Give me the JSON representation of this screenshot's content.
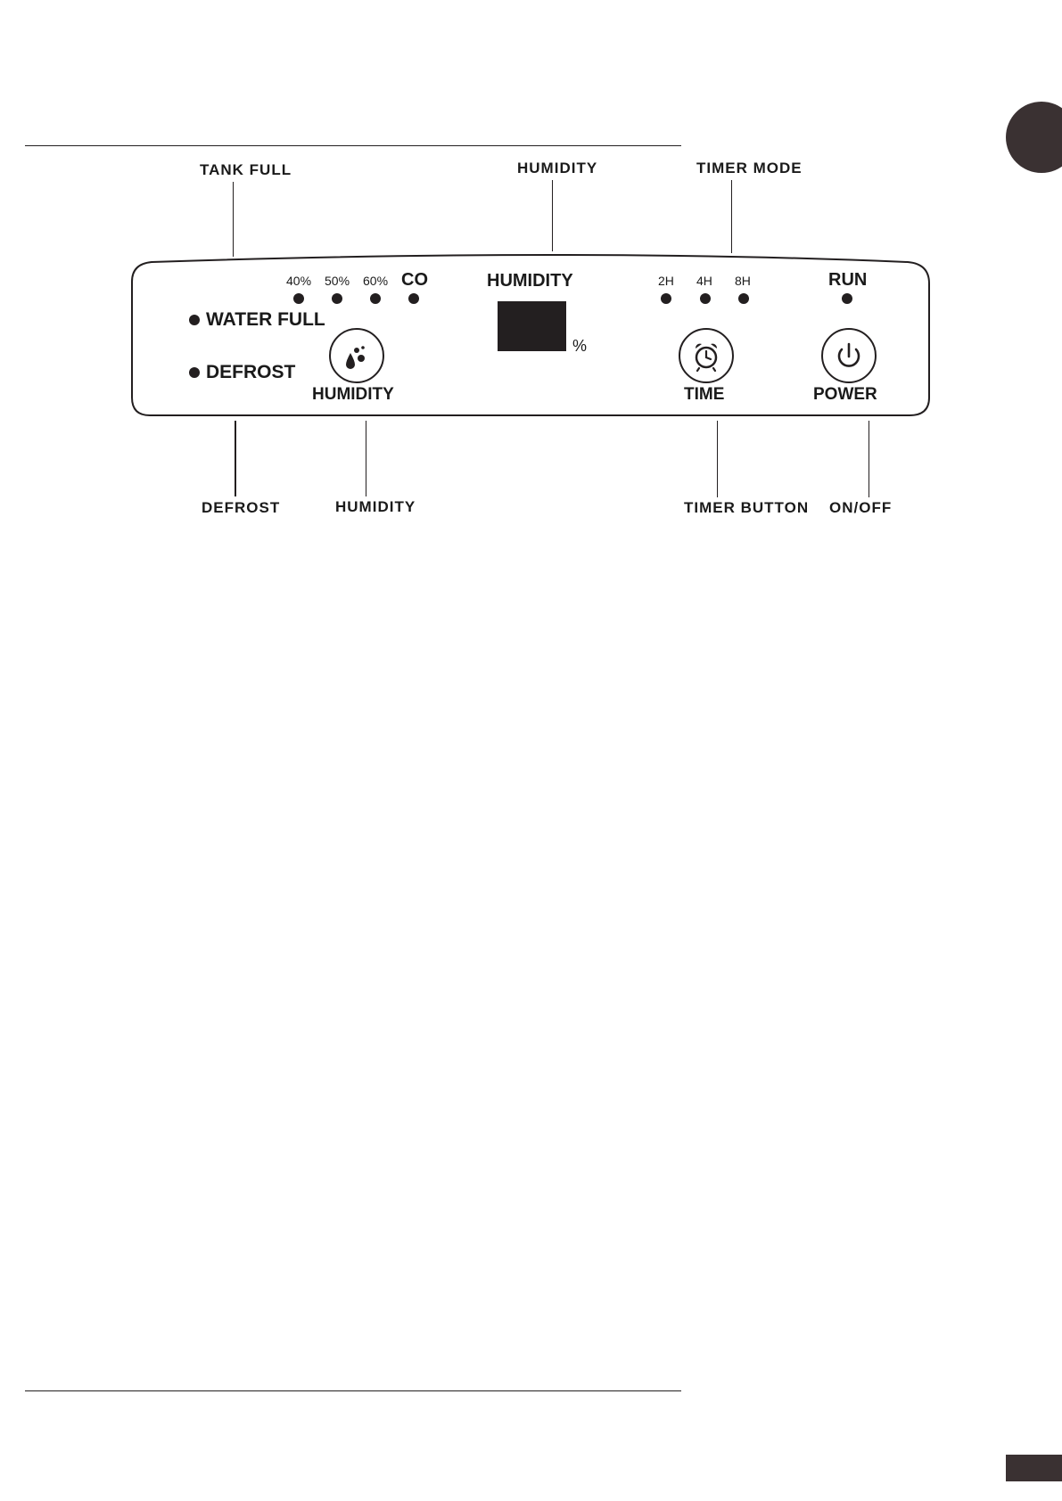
{
  "callouts": {
    "tank_full": "TANK  FULL",
    "humidity_display": "HUMIDITY",
    "timer_mode": "TIMER MODE",
    "defrost": "DEFROST",
    "humidity_button": "HUMIDITY",
    "timer_button": "TIMER BUTTON",
    "on_off": "ON/OFF"
  },
  "panel": {
    "humidity_levels": [
      "40%",
      "50%",
      "60%",
      "CO"
    ],
    "water_full": "WATER FULL",
    "defrost": "DEFROST",
    "humidity_button_label": "HUMIDITY",
    "display_title": "HUMIDITY",
    "display_unit": "%",
    "timer_options": [
      "2H",
      "4H",
      "8H"
    ],
    "time_button_label": "TIME",
    "run_label": "RUN",
    "power_button_label": "POWER"
  },
  "icons": {
    "humidity_button": "water-drops-icon",
    "time_button": "alarm-clock-icon",
    "power_button": "power-icon"
  },
  "colors": {
    "ink": "#231f20",
    "section_tab": "#3a3132"
  }
}
